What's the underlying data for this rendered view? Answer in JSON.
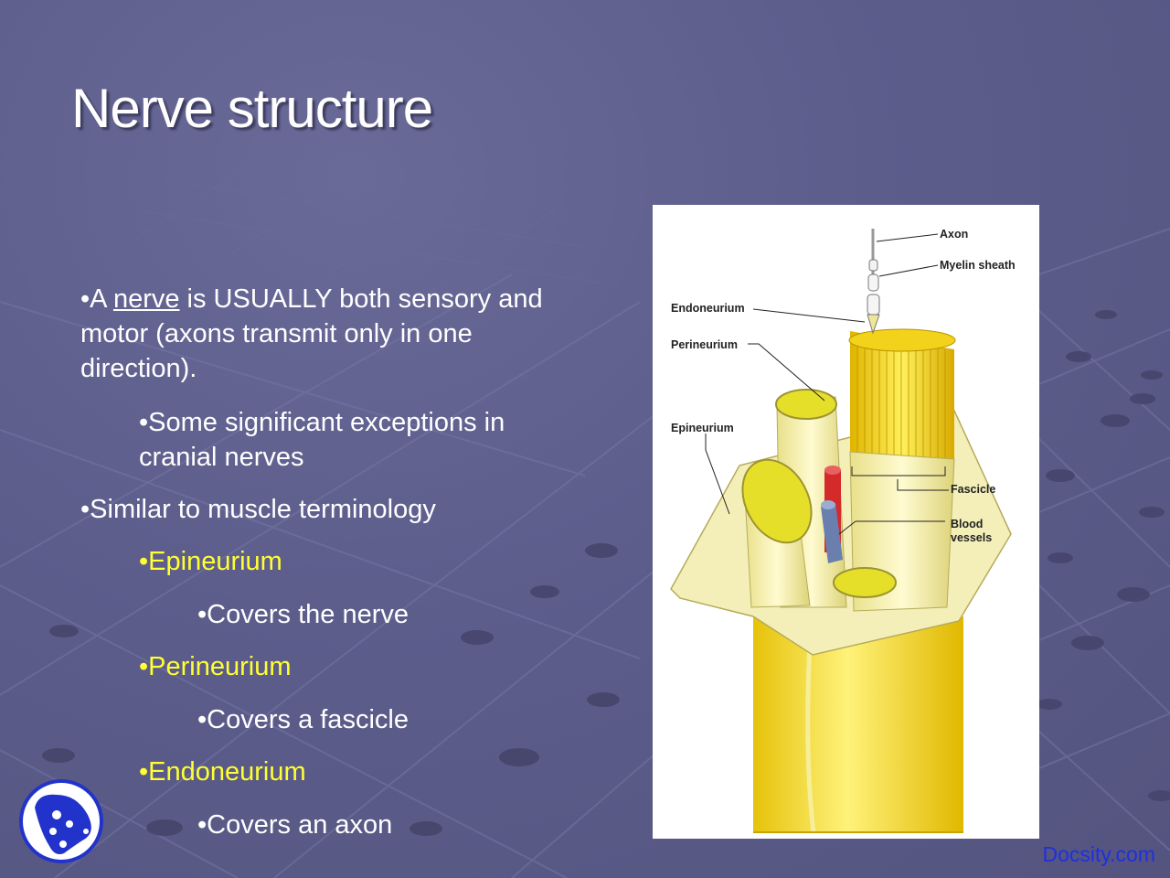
{
  "slide": {
    "title": "Nerve structure",
    "bullets": {
      "b1_pre": "•A ",
      "b1_link": "nerve",
      "b1_post": " is USUALLY both sensory and motor (axons transmit only in one direction).",
      "b1_sub": "•Some significant exceptions in cranial nerves",
      "b2": "•Similar to muscle terminology",
      "epi": "•Epineurium",
      "epi_desc": "•Covers the nerve",
      "peri": "•Perineurium",
      "peri_desc": "•Covers a fascicle",
      "endo": "•Endoneurium",
      "endo_desc": "•Covers an axon"
    }
  },
  "figure": {
    "labels": {
      "axon": "Axon",
      "myelin": "Myelin sheath",
      "endoneurium": "Endoneurium",
      "perineurium": "Perineurium",
      "epineurium": "Epineurium",
      "fascicle": "Fascicle",
      "blood1": "Blood",
      "blood2": "vessels"
    }
  },
  "watermark": "Docsity.com",
  "icons": {
    "logo": "docsity-logo-icon"
  },
  "colors": {
    "background": "#5d5d8c",
    "title": "#ffffff",
    "text": "#ffffff",
    "highlight": "#ffff33",
    "watermark": "#1f2fe0",
    "logo": "#2233cc"
  }
}
